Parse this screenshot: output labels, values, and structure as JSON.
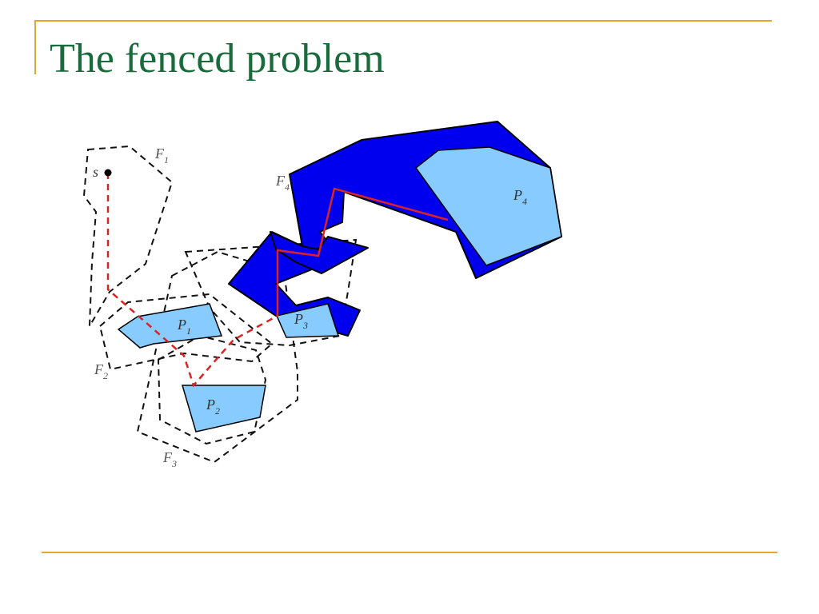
{
  "slide": {
    "title": "The fenced problem"
  },
  "diagram": {
    "start_label": "s",
    "fences": [
      {
        "base": "F",
        "sub": "1"
      },
      {
        "base": "F",
        "sub": "2"
      },
      {
        "base": "F",
        "sub": "3"
      },
      {
        "base": "F",
        "sub": "4"
      }
    ],
    "polygons": [
      {
        "base": "P",
        "sub": "1"
      },
      {
        "base": "P",
        "sub": "2"
      },
      {
        "base": "P",
        "sub": "3"
      },
      {
        "base": "P",
        "sub": "4"
      }
    ]
  },
  "colors": {
    "title": "#1a6b3c",
    "accent_rule": "#e2a72e",
    "polygon_fill": "#88ccff",
    "fence_region_fill": "#0000ee",
    "path": "#dd2222"
  }
}
